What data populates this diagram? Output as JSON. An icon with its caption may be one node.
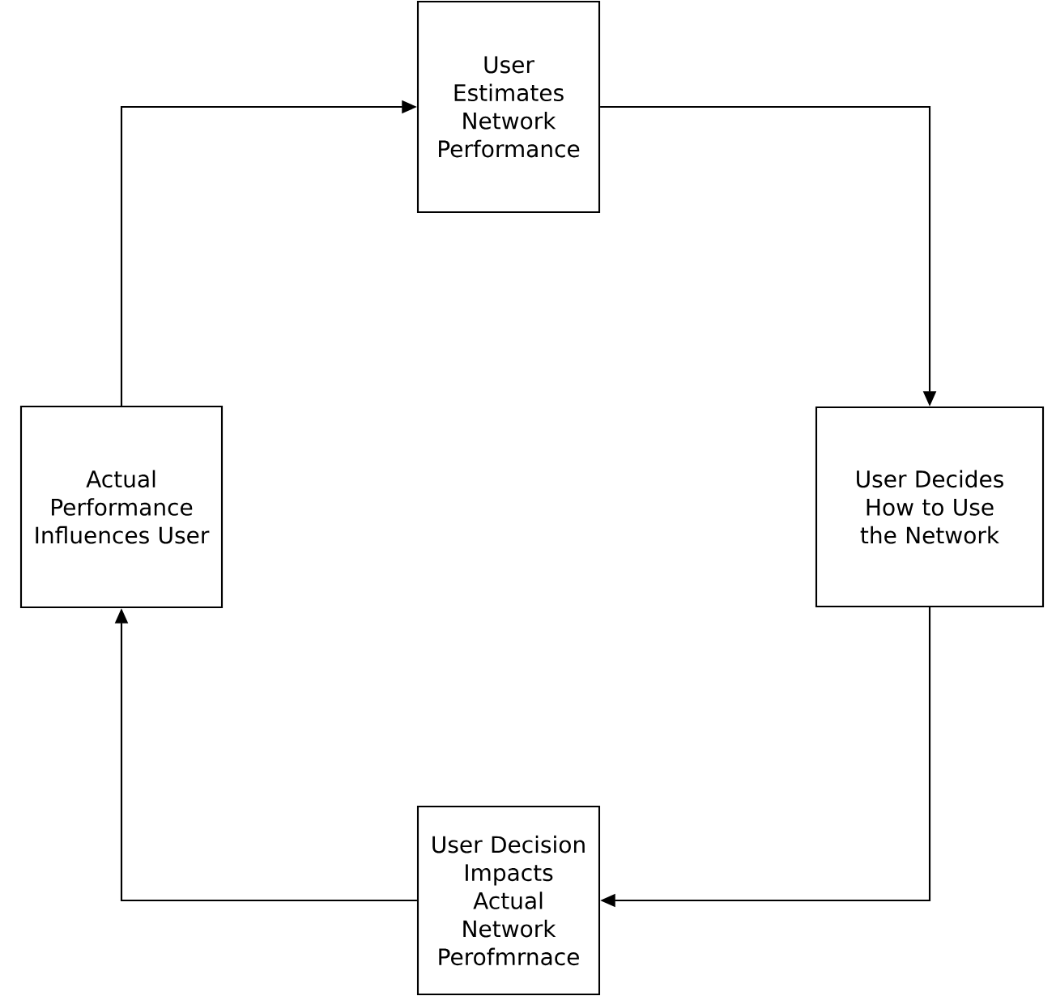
{
  "diagram": {
    "nodes": [
      {
        "text": [
          "User Estimates Network Performance"
        ]
      },
      {
        "text": [
          "User Decides How to Use the Network"
        ]
      },
      {
        "text": [
          "User Decision Impacts Actual Network Perofmrnace"
        ]
      },
      {
        "text": [
          "Actual Performance Influences User"
        ]
      }
    ],
    "edges": [
      {
        "from": 3,
        "to": 0,
        "arrow": "to"
      },
      {
        "from": 0,
        "to": 1,
        "arrow": "to"
      },
      {
        "from": 1,
        "to": 2,
        "arrow": "to"
      },
      {
        "from": 2,
        "to": 3,
        "arrow": "to"
      }
    ]
  }
}
